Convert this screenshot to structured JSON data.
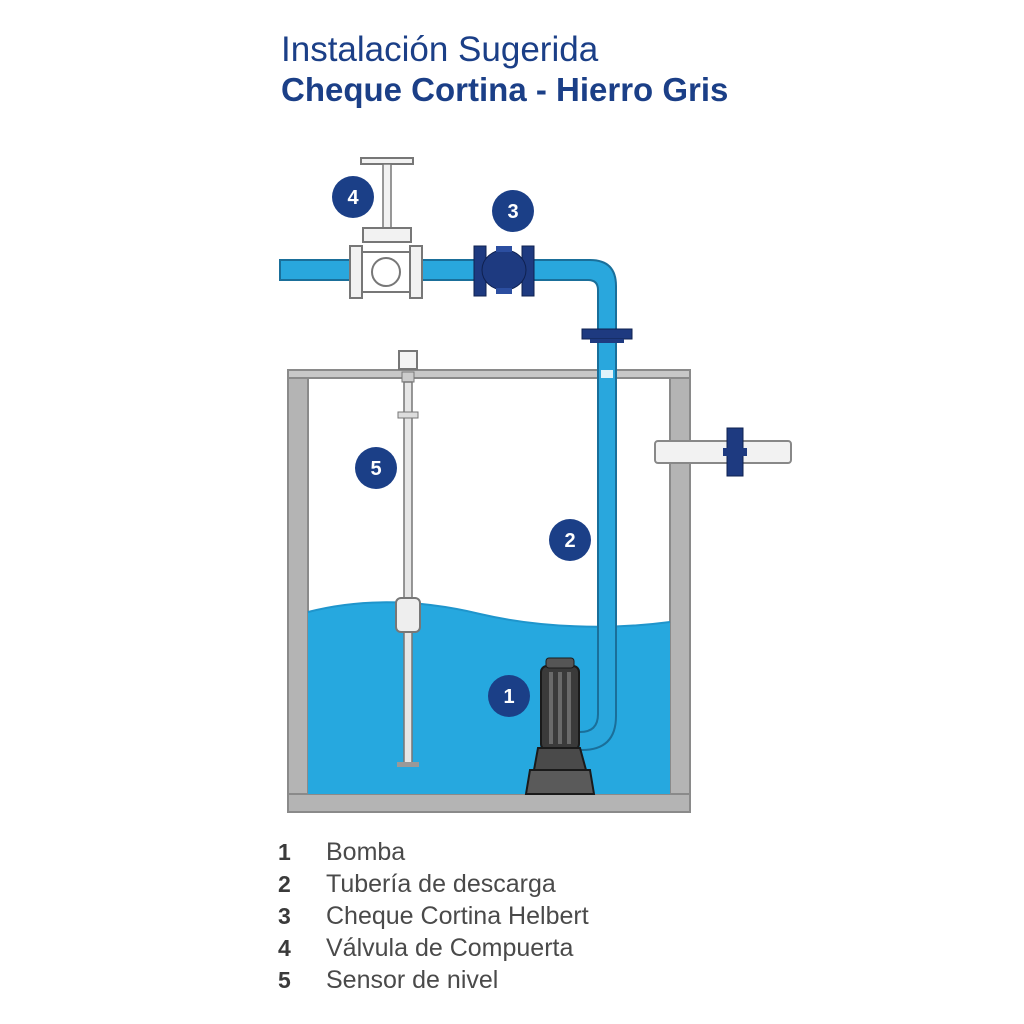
{
  "title": {
    "line1": "Instalación Sugerida",
    "line2": "Cheque Cortina - Hierro Gris"
  },
  "badges": [
    "1",
    "2",
    "3",
    "4",
    "5"
  ],
  "legend": [
    {
      "number": "1",
      "label": "Bomba"
    },
    {
      "number": "2",
      "label": "Tubería de descarga"
    },
    {
      "number": "3",
      "label": "Cheque Cortina Helbert"
    },
    {
      "number": "4",
      "label": "Válvula de Compuerta"
    },
    {
      "number": "5",
      "label": "Sensor de nivel"
    }
  ],
  "colors": {
    "title": "#1b3f87",
    "badge": "#1b3f87",
    "water": "#26a8df",
    "pipe": "#29a7dd",
    "tank_wall": "#b4b4b4",
    "check_valve": "#1e3a80"
  }
}
